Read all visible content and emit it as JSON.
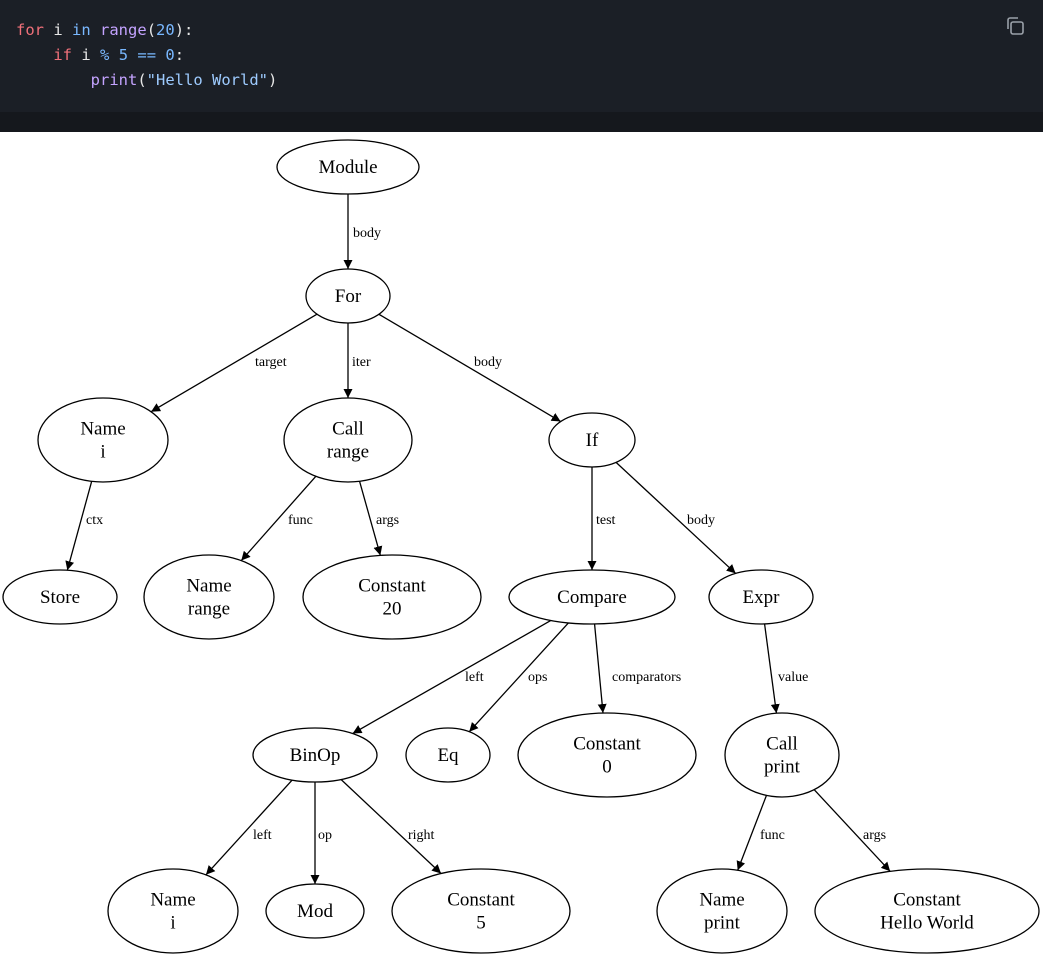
{
  "code": {
    "line1": {
      "kw_for": "for",
      "var": " i ",
      "kw_in": "in",
      "sp": " ",
      "fn": "range",
      "open": "(",
      "num": "20",
      "close": "):"
    },
    "line2": {
      "kw_if": "if",
      "var": " i ",
      "op1": "%",
      "sp1": " ",
      "num1": "5",
      "sp2": " ",
      "op2": "==",
      "sp3": " ",
      "num2": "0",
      "colon": ":"
    },
    "line3": {
      "fn": "print",
      "open": "(",
      "str": "\"Hello World\"",
      "close": ")"
    }
  },
  "icons": {
    "copy": "copy-icon"
  },
  "tree": {
    "nodes": [
      {
        "id": "module",
        "lines": [
          "Module"
        ]
      },
      {
        "id": "for",
        "lines": [
          "For"
        ]
      },
      {
        "id": "name_i",
        "lines": [
          "Name",
          "i"
        ]
      },
      {
        "id": "call_range",
        "lines": [
          "Call",
          "range"
        ]
      },
      {
        "id": "if",
        "lines": [
          "If"
        ]
      },
      {
        "id": "store",
        "lines": [
          "Store"
        ]
      },
      {
        "id": "name_range",
        "lines": [
          "Name",
          "range"
        ]
      },
      {
        "id": "const_20",
        "lines": [
          "Constant",
          "20"
        ]
      },
      {
        "id": "compare",
        "lines": [
          "Compare"
        ]
      },
      {
        "id": "expr",
        "lines": [
          "Expr"
        ]
      },
      {
        "id": "binop",
        "lines": [
          "BinOp"
        ]
      },
      {
        "id": "eq",
        "lines": [
          "Eq"
        ]
      },
      {
        "id": "const_0",
        "lines": [
          "Constant",
          "0"
        ]
      },
      {
        "id": "call_print",
        "lines": [
          "Call",
          "print"
        ]
      },
      {
        "id": "name_i2",
        "lines": [
          "Name",
          "i"
        ]
      },
      {
        "id": "mod",
        "lines": [
          "Mod"
        ]
      },
      {
        "id": "const_5",
        "lines": [
          "Constant",
          "5"
        ]
      },
      {
        "id": "name_print",
        "lines": [
          "Name",
          "print"
        ]
      },
      {
        "id": "const_hw",
        "lines": [
          "Constant",
          "Hello World"
        ]
      }
    ],
    "edges": [
      {
        "from": "module",
        "to": "for",
        "label": "body"
      },
      {
        "from": "for",
        "to": "name_i",
        "label": "target"
      },
      {
        "from": "for",
        "to": "call_range",
        "label": "iter"
      },
      {
        "from": "for",
        "to": "if",
        "label": "body"
      },
      {
        "from": "name_i",
        "to": "store",
        "label": "ctx"
      },
      {
        "from": "call_range",
        "to": "name_range",
        "label": "func"
      },
      {
        "from": "call_range",
        "to": "const_20",
        "label": "args"
      },
      {
        "from": "if",
        "to": "compare",
        "label": "test"
      },
      {
        "from": "if",
        "to": "expr",
        "label": "body"
      },
      {
        "from": "compare",
        "to": "binop",
        "label": "left"
      },
      {
        "from": "compare",
        "to": "eq",
        "label": "ops"
      },
      {
        "from": "compare",
        "to": "const_0",
        "label": "comparators"
      },
      {
        "from": "expr",
        "to": "call_print",
        "label": "value"
      },
      {
        "from": "binop",
        "to": "name_i2",
        "label": "left"
      },
      {
        "from": "binop",
        "to": "mod",
        "label": "op"
      },
      {
        "from": "binop",
        "to": "const_5",
        "label": "right"
      },
      {
        "from": "call_print",
        "to": "name_print",
        "label": "func"
      },
      {
        "from": "call_print",
        "to": "const_hw",
        "label": "args"
      }
    ]
  }
}
